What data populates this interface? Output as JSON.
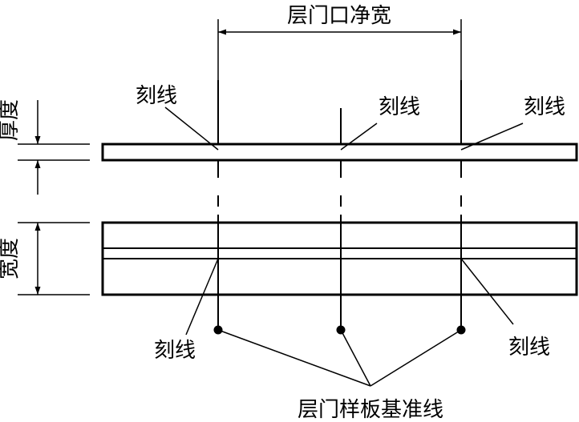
{
  "labels": {
    "clear_width": "层门口净宽",
    "thickness": "厚度",
    "width": "宽度",
    "score_line": "刻线",
    "datum_line": "层门样板基准线"
  }
}
